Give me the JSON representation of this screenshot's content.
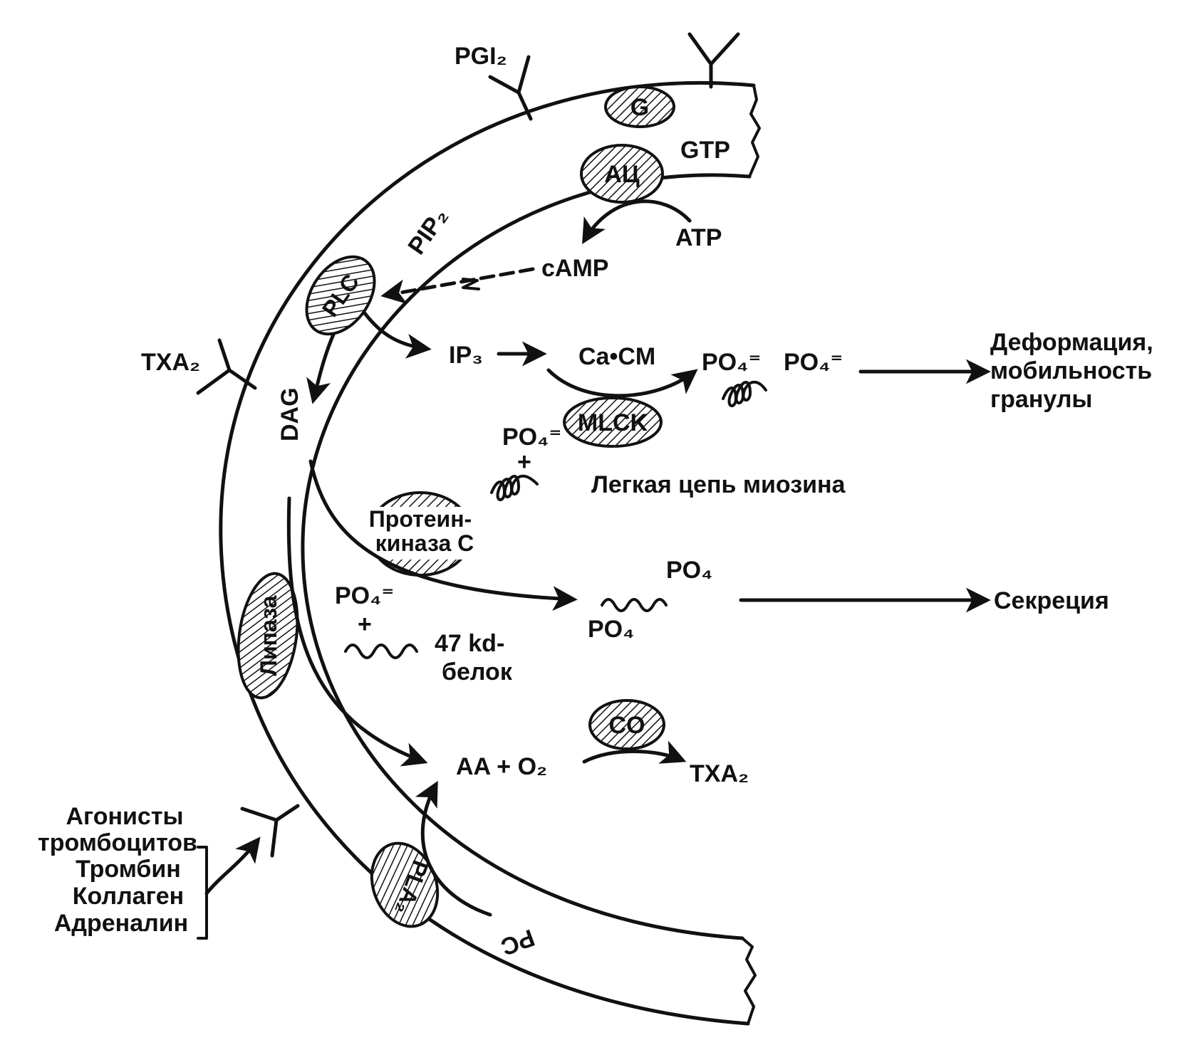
{
  "membrane": {
    "receptors": {
      "pgi2": "PGI₂",
      "txa2": "TXA₂"
    },
    "enzymes": {
      "g": "G",
      "ac": "АЦ",
      "plc": "PLC",
      "mlck": "MLCK",
      "pkc_line1": "Протеин-",
      "pkc_line2": "киназа C",
      "lipase": "Липаза",
      "pla2": "PLA₂",
      "co": "CO"
    },
    "lipids": {
      "pip2": "PIP₂",
      "dag": "DAG",
      "pc": "PC"
    }
  },
  "molecules": {
    "gtp": "GTP",
    "atp": "ATP",
    "camp": "cAMP",
    "ip3": "IP₃",
    "cacm": "Ca•CM",
    "po4": "PO₄",
    "po4_charged": "PO₄⁼",
    "plus": "+",
    "aa_o2": "AA + O₂",
    "txa2_product": "TXA₂"
  },
  "proteins": {
    "myosin_light_chain": "Легкая цепь миозина",
    "protein_47kd_line1": "47 kd-",
    "protein_47kd_line2": "белок"
  },
  "outcomes": {
    "deformation_line1": "Деформация,",
    "deformation_line2": "мобильность",
    "deformation_line3": "гранулы",
    "secretion": "Секреция"
  },
  "agonists": {
    "title_line1": "Агонисты",
    "title_line2": "тромбоцитов",
    "items": [
      "Тромбин",
      "Коллаген",
      "Адреналин"
    ]
  }
}
